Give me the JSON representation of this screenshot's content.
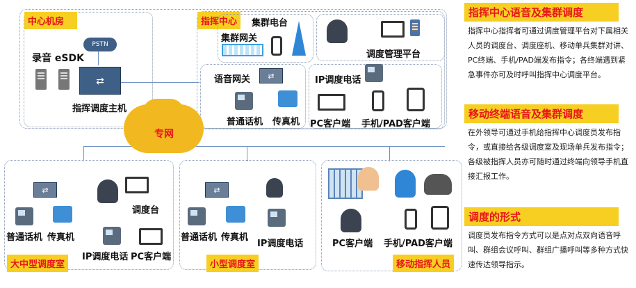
{
  "diagram": {
    "center_room": {
      "title": "中心机房",
      "recording": "录音 eSDK",
      "pstn": "PSTN",
      "host": "指挥调度主机"
    },
    "command_center": {
      "title": "指挥中心",
      "trunk_radio": "集群电台",
      "trunk_gateway": "集群网关",
      "platform": "调度管理平台",
      "voice_gateway": "语音网关",
      "phone": "普通话机",
      "fax": "传真机",
      "ip_phone": "IP调度电话",
      "pc_client": "PC客户端",
      "mobile_client": "手机/PAD客户端"
    },
    "network": "专网",
    "large_room": {
      "title": "大中型调度室",
      "console": "调度台",
      "phone": "普通话机",
      "fax": "传真机",
      "ip_phone": "IP调度电话",
      "pc_client": "PC客户端"
    },
    "small_room": {
      "title": "小型调度室",
      "phone": "普通话机",
      "fax": "传真机",
      "ip_phone": "IP调度电话"
    },
    "mobile": {
      "title": "移动指挥人员",
      "pc_client": "PC客户端",
      "mobile_client": "手机/PAD客户端"
    }
  },
  "panel": [
    {
      "heading": "指挥中心语音及集群调度",
      "text": "指挥中心指挥者可通过调度管理平台对下属相关人员的调度台、调度座机、移动单兵集群对讲、PC终端、手机/PAD端发布指令；各终端遇到紧急事件亦可及时呼叫指挥中心调度平台。"
    },
    {
      "heading": "移动终端语音及集群调度",
      "text": "在外领导可通过手机给指挥中心调度员发布指令，或直接给各级调度室及现场单兵发布指令；各级被指挥人员亦可随时通过终端向领导手机直接汇报工作。"
    },
    {
      "heading": "调度的形式",
      "text": "调度员发布指令方式可以是点对点双向语音呼叫、群组会议呼叫、群组广播呼叫等多种方式快速传达领导指示。"
    }
  ]
}
